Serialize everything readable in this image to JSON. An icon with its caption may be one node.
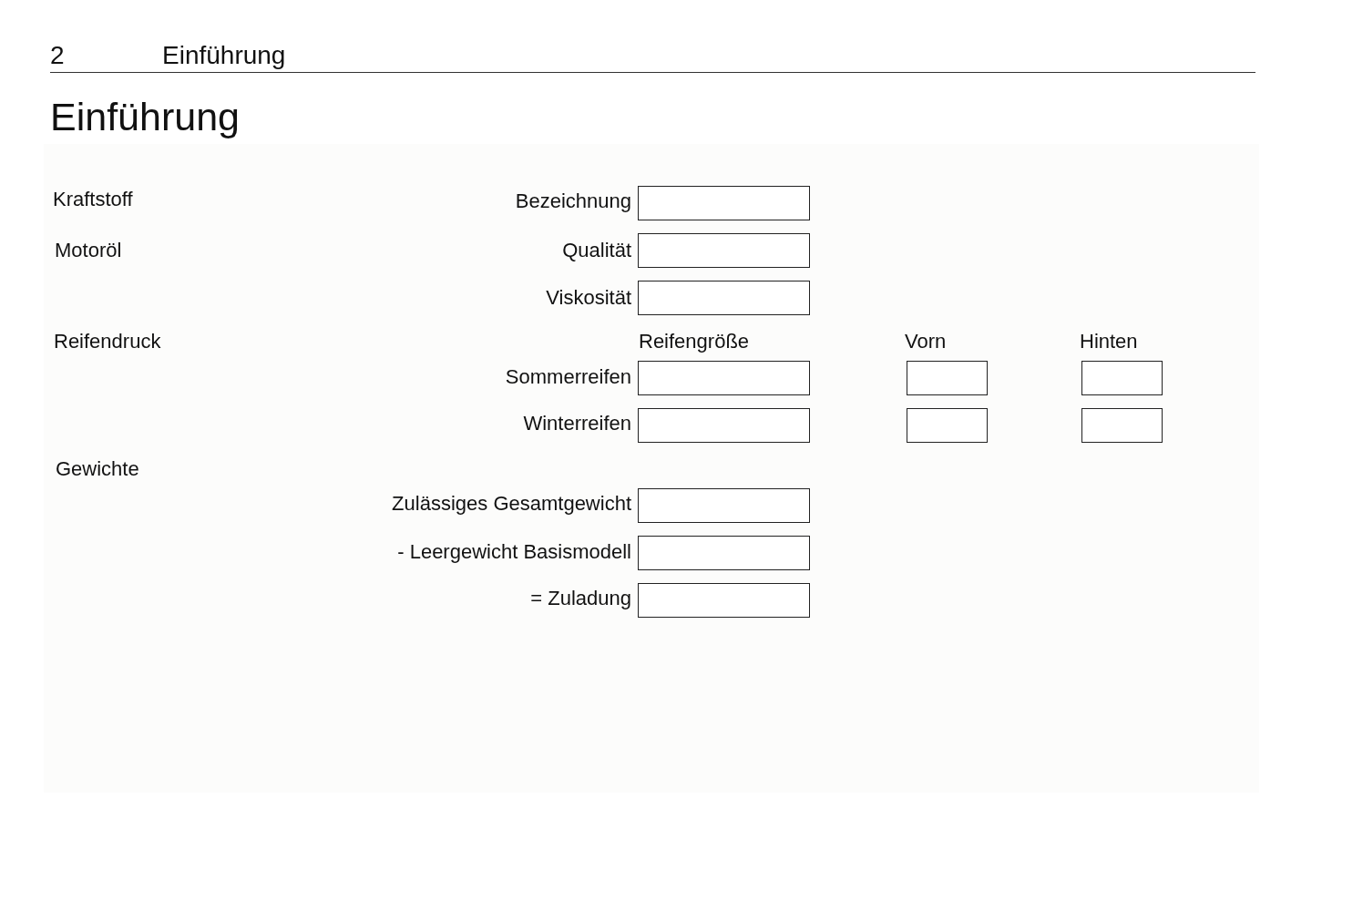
{
  "diagram": {
    "title": "Einführung",
    "nodes": [
      {
        "text": [],
        "shape": "box"
      },
      {
        "text": [],
        "shape": "box"
      },
      {
        "text": [],
        "shape": "box"
      },
      {
        "text": [],
        "shape": "box"
      },
      {
        "text": [],
        "shape": "box"
      },
      {
        "text": [],
        "shape": "box"
      },
      {
        "text": [],
        "shape": "box"
      },
      {
        "text": [],
        "shape": "box"
      },
      {
        "text": [],
        "shape": "box"
      },
      {
        "text": [],
        "shape": "box"
      },
      {
        "text": [],
        "shape": "box"
      },
      {
        "text": [],
        "shape": "box"
      }
    ],
    "labels": [
      "2",
      "Einführung",
      "Kraftstoff",
      "Bezeichnung",
      "Motoröl",
      "Qualität",
      "Viskosität",
      "Reifendruck",
      "Reifengröße",
      "Vorn",
      "Hinten",
      "Sommerreifen",
      "Winterreifen",
      "Gewichte",
      "Zulässiges Gesamtgewicht",
      "- Leergewicht Basismodell",
      "= Zuladung"
    ]
  }
}
